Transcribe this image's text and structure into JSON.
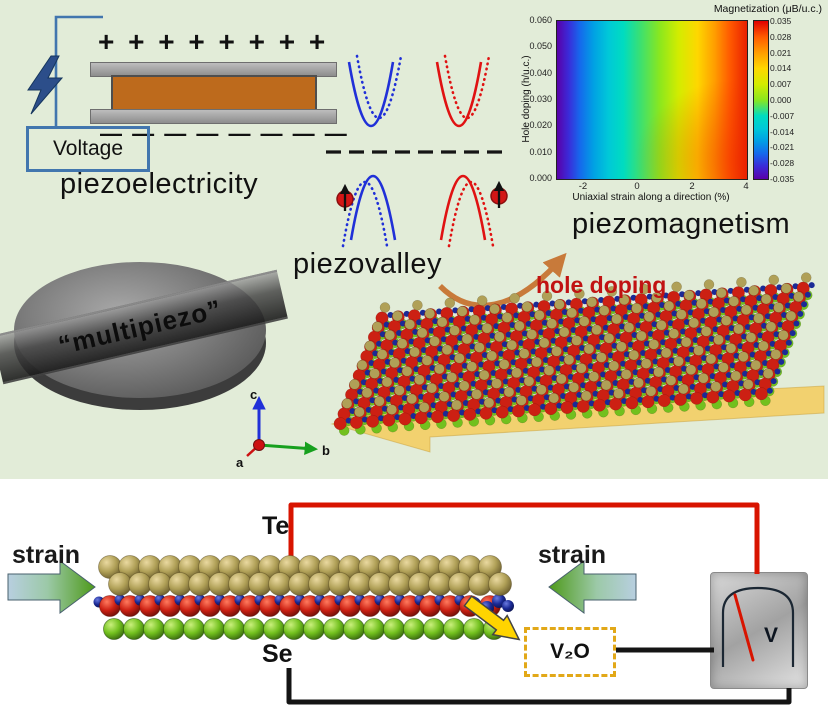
{
  "colors": {
    "bg_top": "#e2ecd8",
    "accent_blue": "#4276ae",
    "orange_block": "#bd6a1c",
    "wire_red": "#d81400",
    "wire_black": "#141414",
    "hole_doping_red": "#c11212",
    "sphere_tan": "#b0a057",
    "sphere_red": "#cc2013",
    "sphere_green": "#72c01e",
    "sphere_blue": "#1b2a96",
    "arrow_yellow": "#f2cd62"
  },
  "top": {
    "voltage_label": "Voltage",
    "plus_row": "+ + + + + + + +",
    "minus_row": "— — — — — — — —",
    "piezoelectricity": "piezoelectricity",
    "piezovalley": "piezovalley",
    "piezomagnetism": "piezomagnetism",
    "hole_doping": "hole doping",
    "multipiezo": "“multipiezo”",
    "axis_a": "a",
    "axis_b": "b",
    "axis_c": "c"
  },
  "heatmap": {
    "title": "Magnetization (μB/u.c.)",
    "ylabel": "Hole doping (h/u.c.)",
    "xlabel": "Uniaxial strain along a direction (%)",
    "yticks": [
      "0.060",
      "0.050",
      "0.040",
      "0.030",
      "0.020",
      "0.010",
      "0.000"
    ],
    "xticks": [
      "-2",
      "0",
      "2",
      "4"
    ],
    "colorbar_ticks": [
      "0.035",
      "0.028",
      "0.021",
      "0.014",
      "0.007",
      "0.000",
      "-0.007",
      "-0.014",
      "-0.021",
      "-0.028",
      "-0.035"
    ]
  },
  "chart_data": {
    "type": "heatmap",
    "title": "Magnetization (μB/u.c.)",
    "xlabel": "Uniaxial strain along a direction (%)",
    "ylabel": "Hole doping (h/u.c.)",
    "x_range": [
      -3,
      4
    ],
    "x_ticks": [
      -2,
      0,
      2,
      4
    ],
    "y_range": [
      0.0,
      0.06
    ],
    "y_ticks": [
      0.0,
      0.01,
      0.02,
      0.03,
      0.04,
      0.05,
      0.06
    ],
    "colorbar_range": [
      -0.035,
      0.035
    ],
    "colorbar_ticks": [
      0.035,
      0.028,
      0.021,
      0.014,
      0.007,
      0.0,
      -0.007,
      -0.014,
      -0.021,
      -0.028,
      -0.035
    ],
    "colormap": "rainbow: purple/blue (negative) at compressive strain, cyan-green near zero, yellow-orange-red (positive) at tensile strain",
    "approx_magnetization_vs_strain": {
      "strain_percent": [
        -3,
        -2,
        -1,
        0,
        1,
        2,
        3,
        4
      ],
      "magnetization": [
        -0.03,
        -0.018,
        -0.008,
        0.0,
        0.008,
        0.016,
        0.024,
        0.032
      ]
    },
    "note": "Magnetization increases monotonically with uniaxial strain; weak dependence on hole doping."
  },
  "bottom": {
    "strain_left": "strain",
    "strain_right": "strain",
    "te_label": "Te",
    "se_label": "Se",
    "v2o_label": "V₂O",
    "voltmeter_label": "V"
  }
}
